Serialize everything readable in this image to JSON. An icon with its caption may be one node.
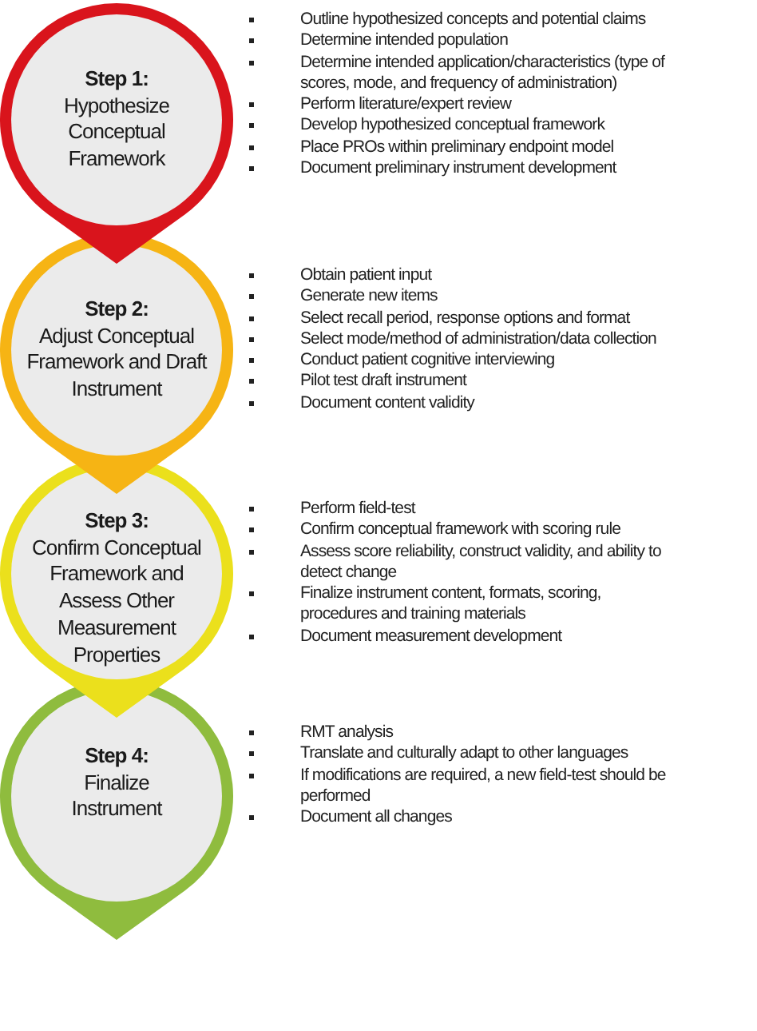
{
  "diagram": {
    "nodes": [
      {
        "text": [
          "Step 1:",
          "Hypothesize Conceptual Framework"
        ],
        "beside": [
          "Outline hypothesized concepts and potential claims",
          "Determine intended population",
          "Determine intended application/characteristics (type of scores, mode, and frequency of administration)",
          "Perform literature/expert review",
          "Develop hypothesized conceptual framework",
          "Place PROs within preliminary endpoint model",
          "Document preliminary instrument development"
        ]
      },
      {
        "text": [
          "Step 2:",
          "Adjust Conceptual Framework and Draft Instrument"
        ],
        "beside": [
          "Obtain patient input",
          "Generate new items",
          "Select recall period, response options and format",
          "Select mode/method of administration/data collection",
          "Conduct patient cognitive interviewing",
          "Pilot test draft instrument",
          "Document content validity"
        ]
      },
      {
        "text": [
          "Step 3:",
          "Confirm Conceptual Framework and Assess Other Measurement Properties"
        ],
        "beside": [
          "Perform field-test",
          "Confirm conceptual framework with scoring rule",
          "Assess score reliability, construct validity, and ability to detect change",
          "Finalize instrument content, formats, scoring, procedures and training materials",
          "Document measurement development"
        ]
      },
      {
        "text": [
          "Step 4:",
          "Finalize Instrument"
        ],
        "beside": [
          "RMT analysis",
          "Translate and culturally adapt to other languages",
          "If modifications are required, a new field-test should be performed",
          "Document all changes"
        ]
      }
    ]
  }
}
